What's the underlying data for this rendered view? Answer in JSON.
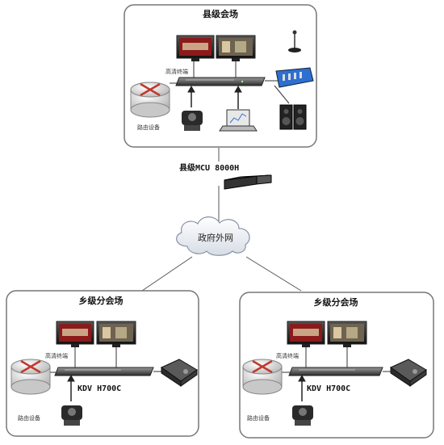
{
  "county": {
    "title": "县级会场",
    "terminal_label": "高清终端",
    "router_label": "路由设备"
  },
  "mcu": {
    "label": "县级MCU 8000H"
  },
  "cloud": {
    "label": "政府外网"
  },
  "branch_left": {
    "title": "乡级分会场",
    "terminal_label": "高清终端",
    "device_label": "KDV H700C",
    "router_label": "路由设备"
  },
  "branch_right": {
    "title": "乡级分会场",
    "terminal_label": "高清终端",
    "device_label": "KDV H700C",
    "router_label": "路由设备"
  },
  "colors": {
    "panel_border": "#777777",
    "panel_fill": "#ffffff",
    "router_arrow": "#c0392b",
    "screen_red": "#8b1a1a",
    "mixer_blue": "#2e6fd0"
  }
}
